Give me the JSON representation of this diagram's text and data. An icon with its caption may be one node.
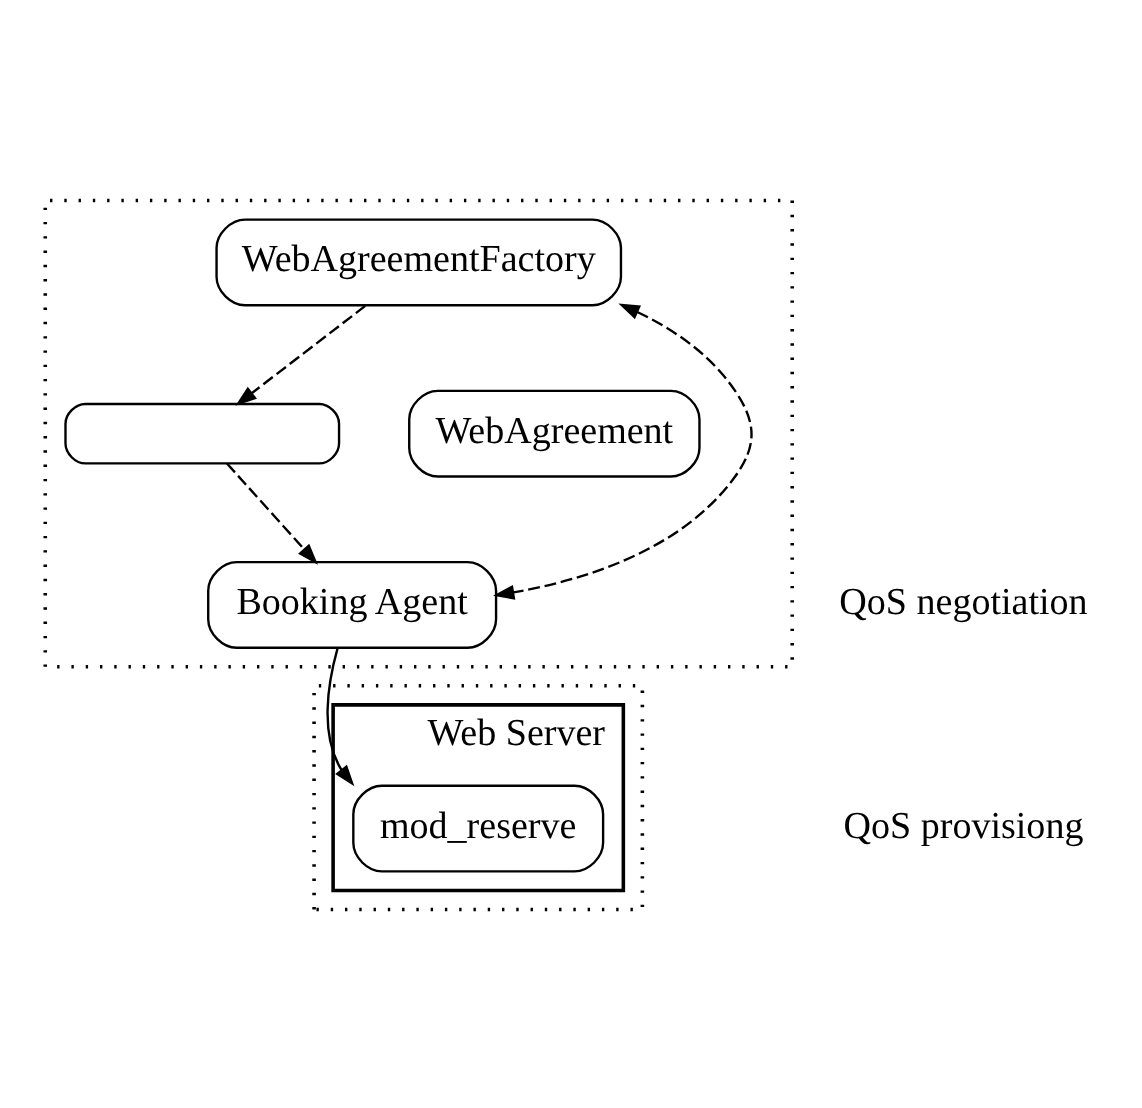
{
  "diagram": {
    "nodes": [
      {
        "text": [],
        "shape": "box"
      },
      {
        "text": [
          "WebAgreementFactory"
        ],
        "in": 0
      },
      {
        "text": [],
        "shape": "box",
        "in": 0
      },
      {
        "text": [
          "WebAgreement"
        ],
        "in": 0
      },
      {
        "text": [
          "Booking Agent"
        ],
        "in": 0
      },
      {
        "text": [],
        "shape": "box"
      },
      {
        "text": [
          "Web Server"
        ],
        "in": 5
      },
      {
        "text": [
          "mod_reserve"
        ],
        "in": 6
      }
    ],
    "edges": [
      {
        "from": 1,
        "to": 2,
        "arrow": "to",
        "style": "dashed"
      },
      {
        "from": 1,
        "to": 4,
        "arrow": "both",
        "style": "dashed"
      },
      {
        "from": 2,
        "to": 4,
        "arrow": "to",
        "style": "dashed"
      },
      {
        "from": 4,
        "to": 7,
        "arrow": "to"
      }
    ],
    "labels": [
      "QoS negotiation",
      "QoS provisiong"
    ]
  }
}
